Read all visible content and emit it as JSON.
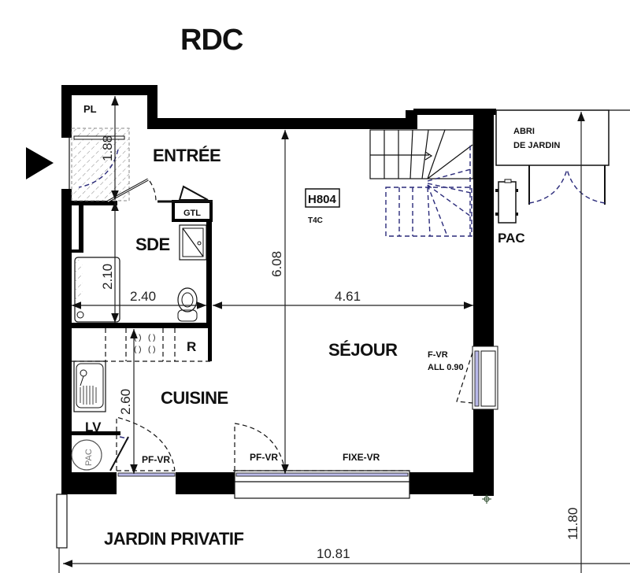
{
  "plan": {
    "title": "RDC",
    "rooms": {
      "pl": "PL",
      "entree": "ENTRÉE",
      "sde": "SDE",
      "gtl": "GTL",
      "cuisine": "CUISINE",
      "r": "R",
      "lv": "LV",
      "pac_circle": "PAC",
      "sejour": "SÉJOUR",
      "abri_line1": "ABRI",
      "abri_line2": "DE JARDIN",
      "pac_ext": "PAC",
      "jardin": "JARDIN PRIVATIF"
    },
    "unit": {
      "code": "H804",
      "type": "T4C"
    },
    "openings": {
      "pf_vr_cuisine": "PF-VR",
      "pf_vr_sejour": "PF-VR",
      "fixe_vr": "FIXE-VR",
      "f_vr": "F-VR",
      "f_vr_all": "ALL 0.90"
    },
    "dimensions": {
      "entree_depth": "1.88",
      "sde_depth": "2.10",
      "sde_width": "2.40",
      "sejour_width": "4.61",
      "sejour_depth": "6.08",
      "cuisine_depth": "2.60",
      "total_depth": "11.80",
      "total_width": "10.81"
    },
    "colors": {
      "wall": "#000000",
      "glazing": "#b8b8e8",
      "stair_hidden": "#2a2a7a"
    }
  }
}
